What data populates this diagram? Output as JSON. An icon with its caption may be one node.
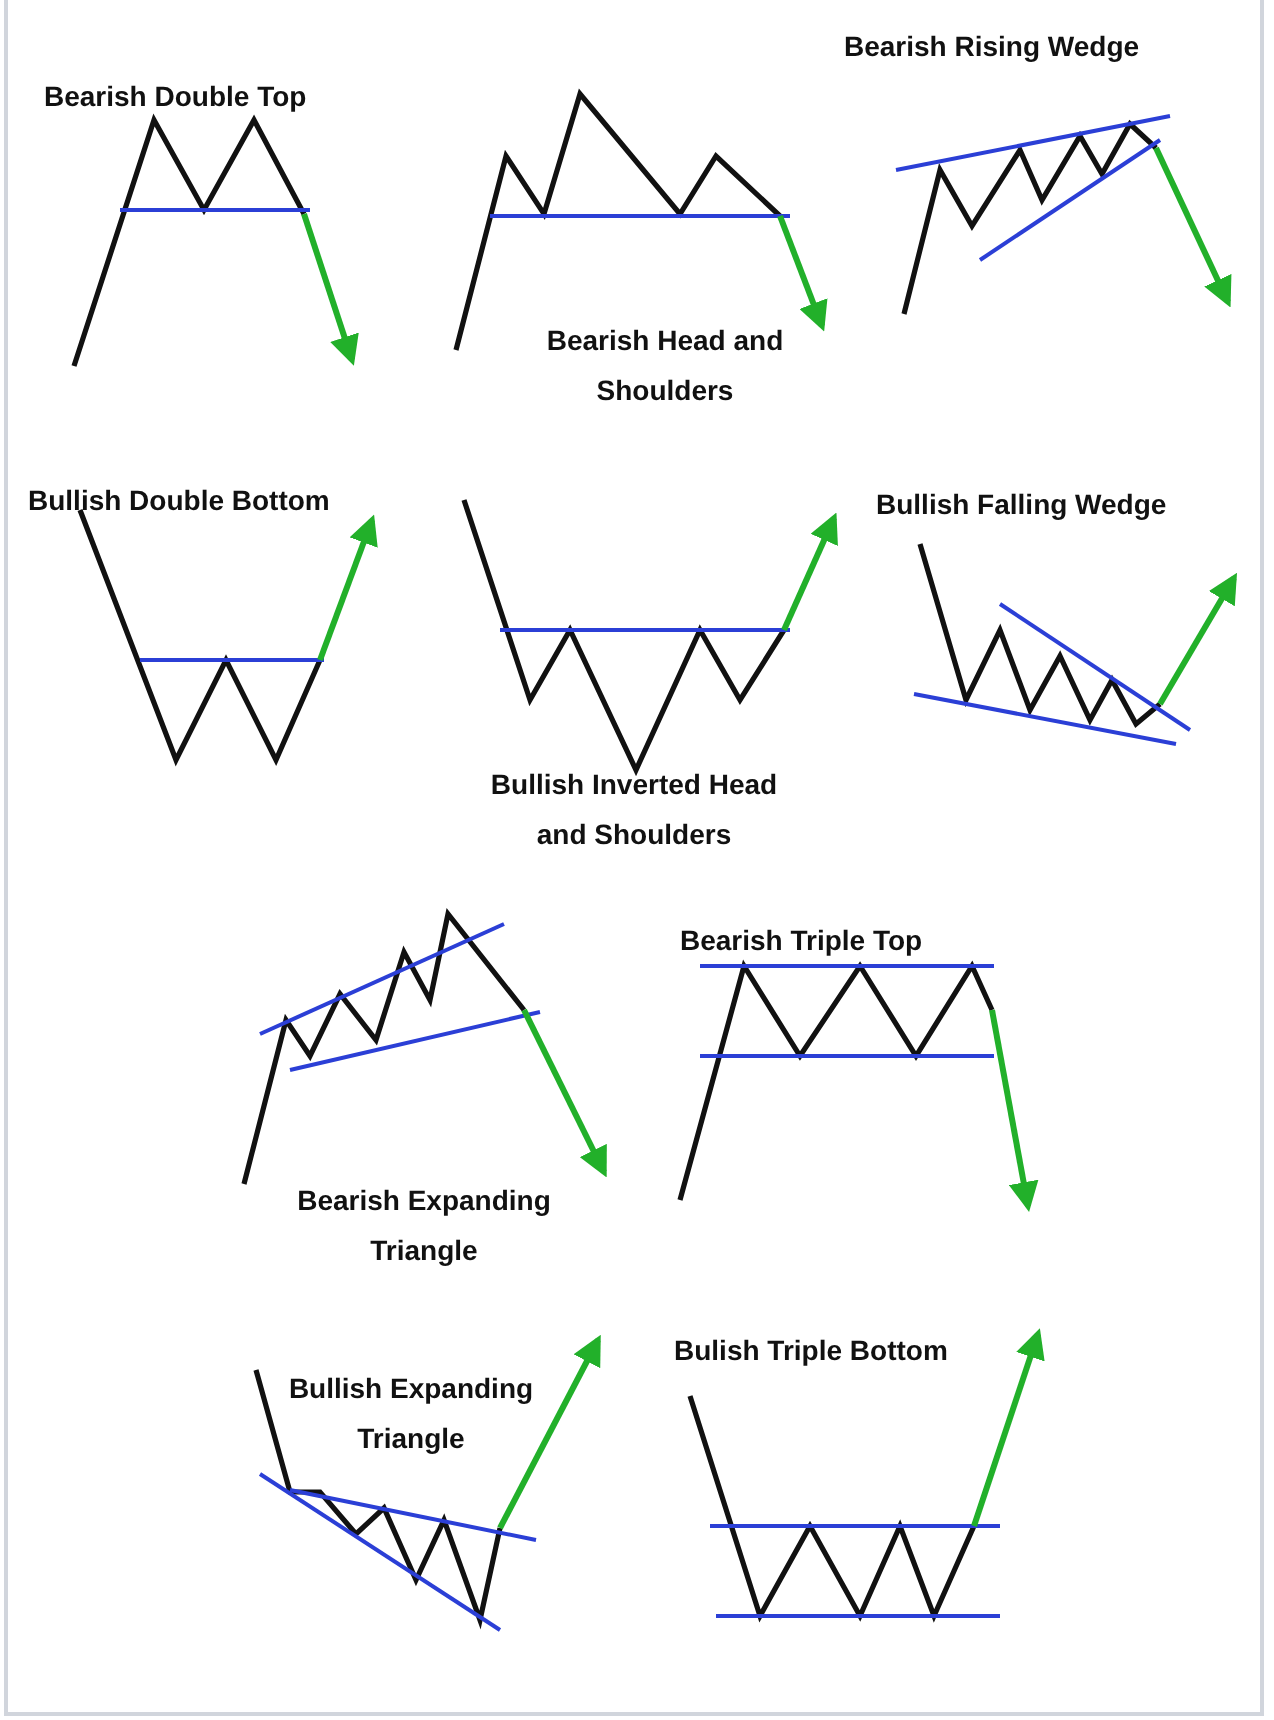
{
  "diagram": {
    "labels": [
      "Bearish Double Top",
      "Bearish Head and Shoulders",
      "Bearish Rising Wedge",
      "Bullish Double Bottom",
      "Bullish Inverted Head and Shoulders",
      "Bullish Falling Wedge",
      "Bearish Expanding Triangle",
      "Bearish Triple Top",
      "Bullish Expanding Triangle",
      "Bulish Triple Bottom"
    ]
  }
}
